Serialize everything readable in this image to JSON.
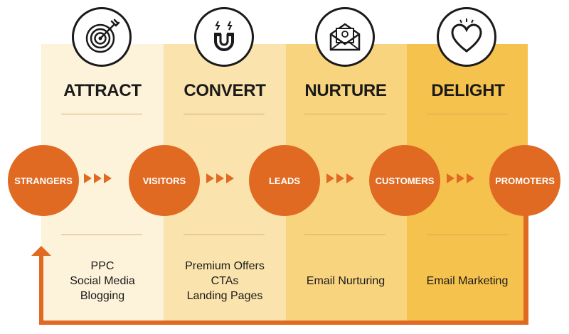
{
  "stages": [
    {
      "title": "ATTRACT",
      "icon": "target-icon",
      "tactics": [
        "PPC",
        "Social Media",
        "Blogging"
      ]
    },
    {
      "title": "CONVERT",
      "icon": "magnet-icon",
      "tactics": [
        "Premium Offers",
        "CTAs",
        "Landing Pages"
      ]
    },
    {
      "title": "NURTURE",
      "icon": "envelope-icon",
      "tactics": [
        "Email Nurturing"
      ]
    },
    {
      "title": "DELIGHT",
      "icon": "heart-icon",
      "tactics": [
        "Email Marketing"
      ]
    }
  ],
  "nodes": [
    "STRANGERS",
    "VISITORS",
    "LEADS",
    "CUSTOMERS",
    "PROMOTERS"
  ],
  "colors": {
    "accent": "#e06a22",
    "stage_backgrounds": [
      "#fdf2da",
      "#fbe3ad",
      "#f9d47f",
      "#f6c24e"
    ]
  }
}
